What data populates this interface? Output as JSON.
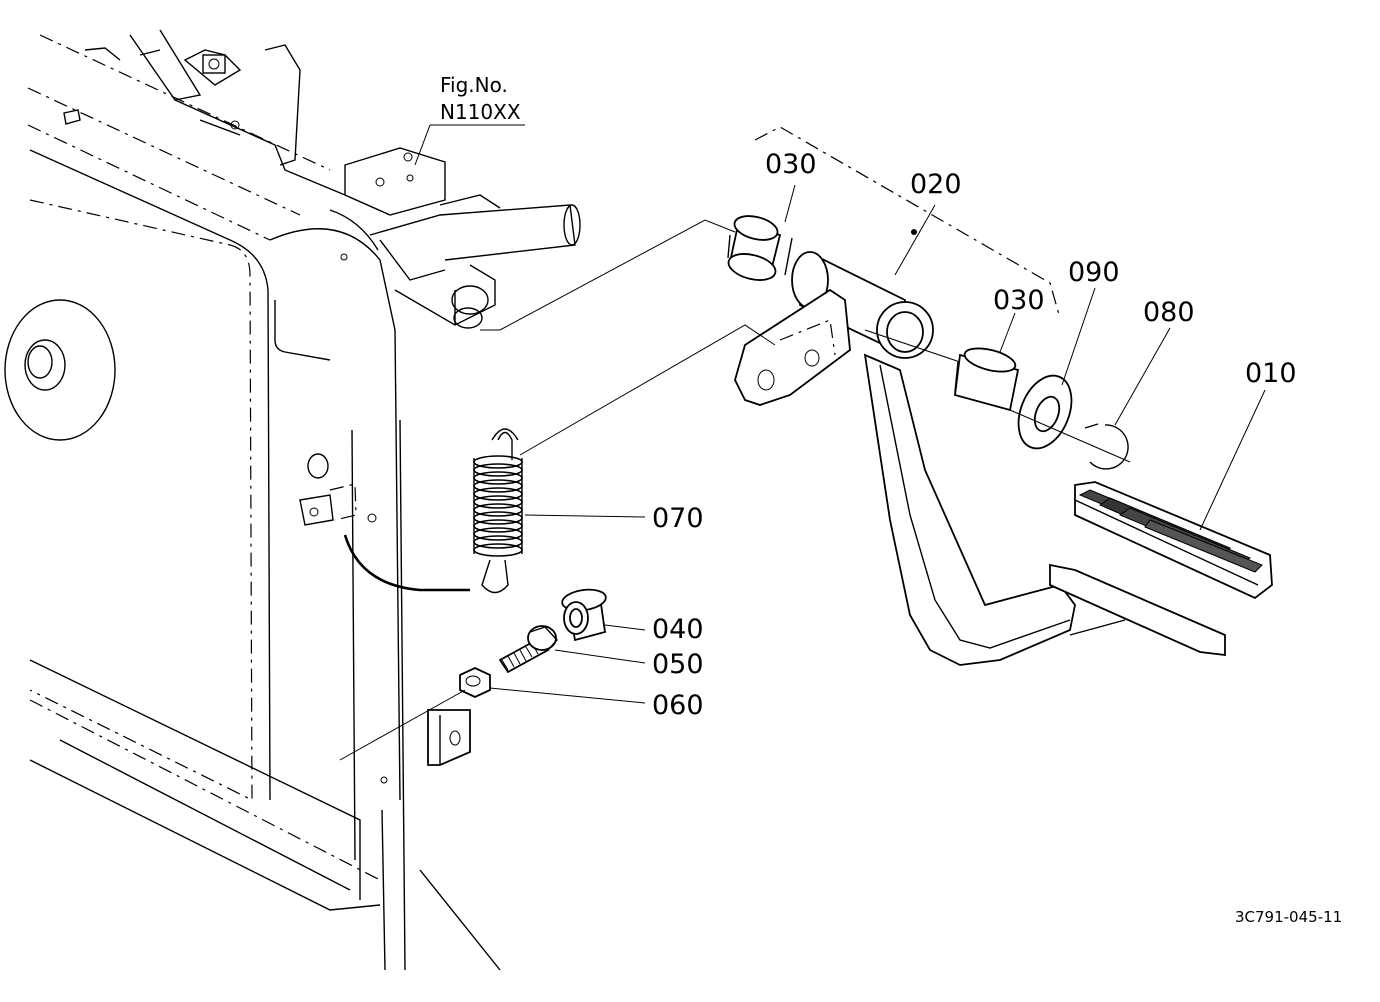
{
  "figure_ref": {
    "line1": "Fig.No.",
    "line2": "N110XX"
  },
  "drawing_code": "3C791-045-11",
  "callouts": {
    "c010": "010",
    "c020": "020",
    "c030a": "030",
    "c030b": "030",
    "c040": "040",
    "c050": "050",
    "c060": "060",
    "c070": "070",
    "c080": "080",
    "c090": "090"
  }
}
